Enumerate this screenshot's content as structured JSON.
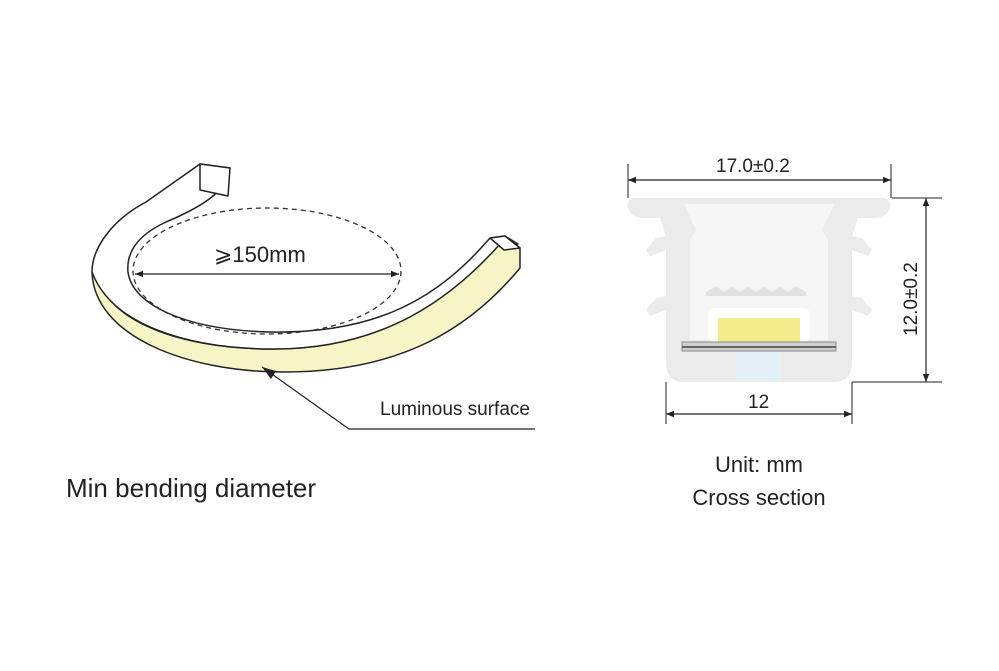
{
  "bending": {
    "diameter_label": "⩾150mm",
    "luminous_label": "Luminous surface",
    "caption": "Min bending diameter"
  },
  "cross_section": {
    "width_label": "17.0±0.2",
    "height_label": "12.0±0.2",
    "bottom_label": "12",
    "unit_label": "Unit: mm",
    "caption": "Cross section"
  },
  "colors": {
    "luminous_face": "#f7f5c6",
    "profile_body": "#ebebeb",
    "led_chip": "#f5ea8c",
    "led_window": "#e3f1f7"
  }
}
